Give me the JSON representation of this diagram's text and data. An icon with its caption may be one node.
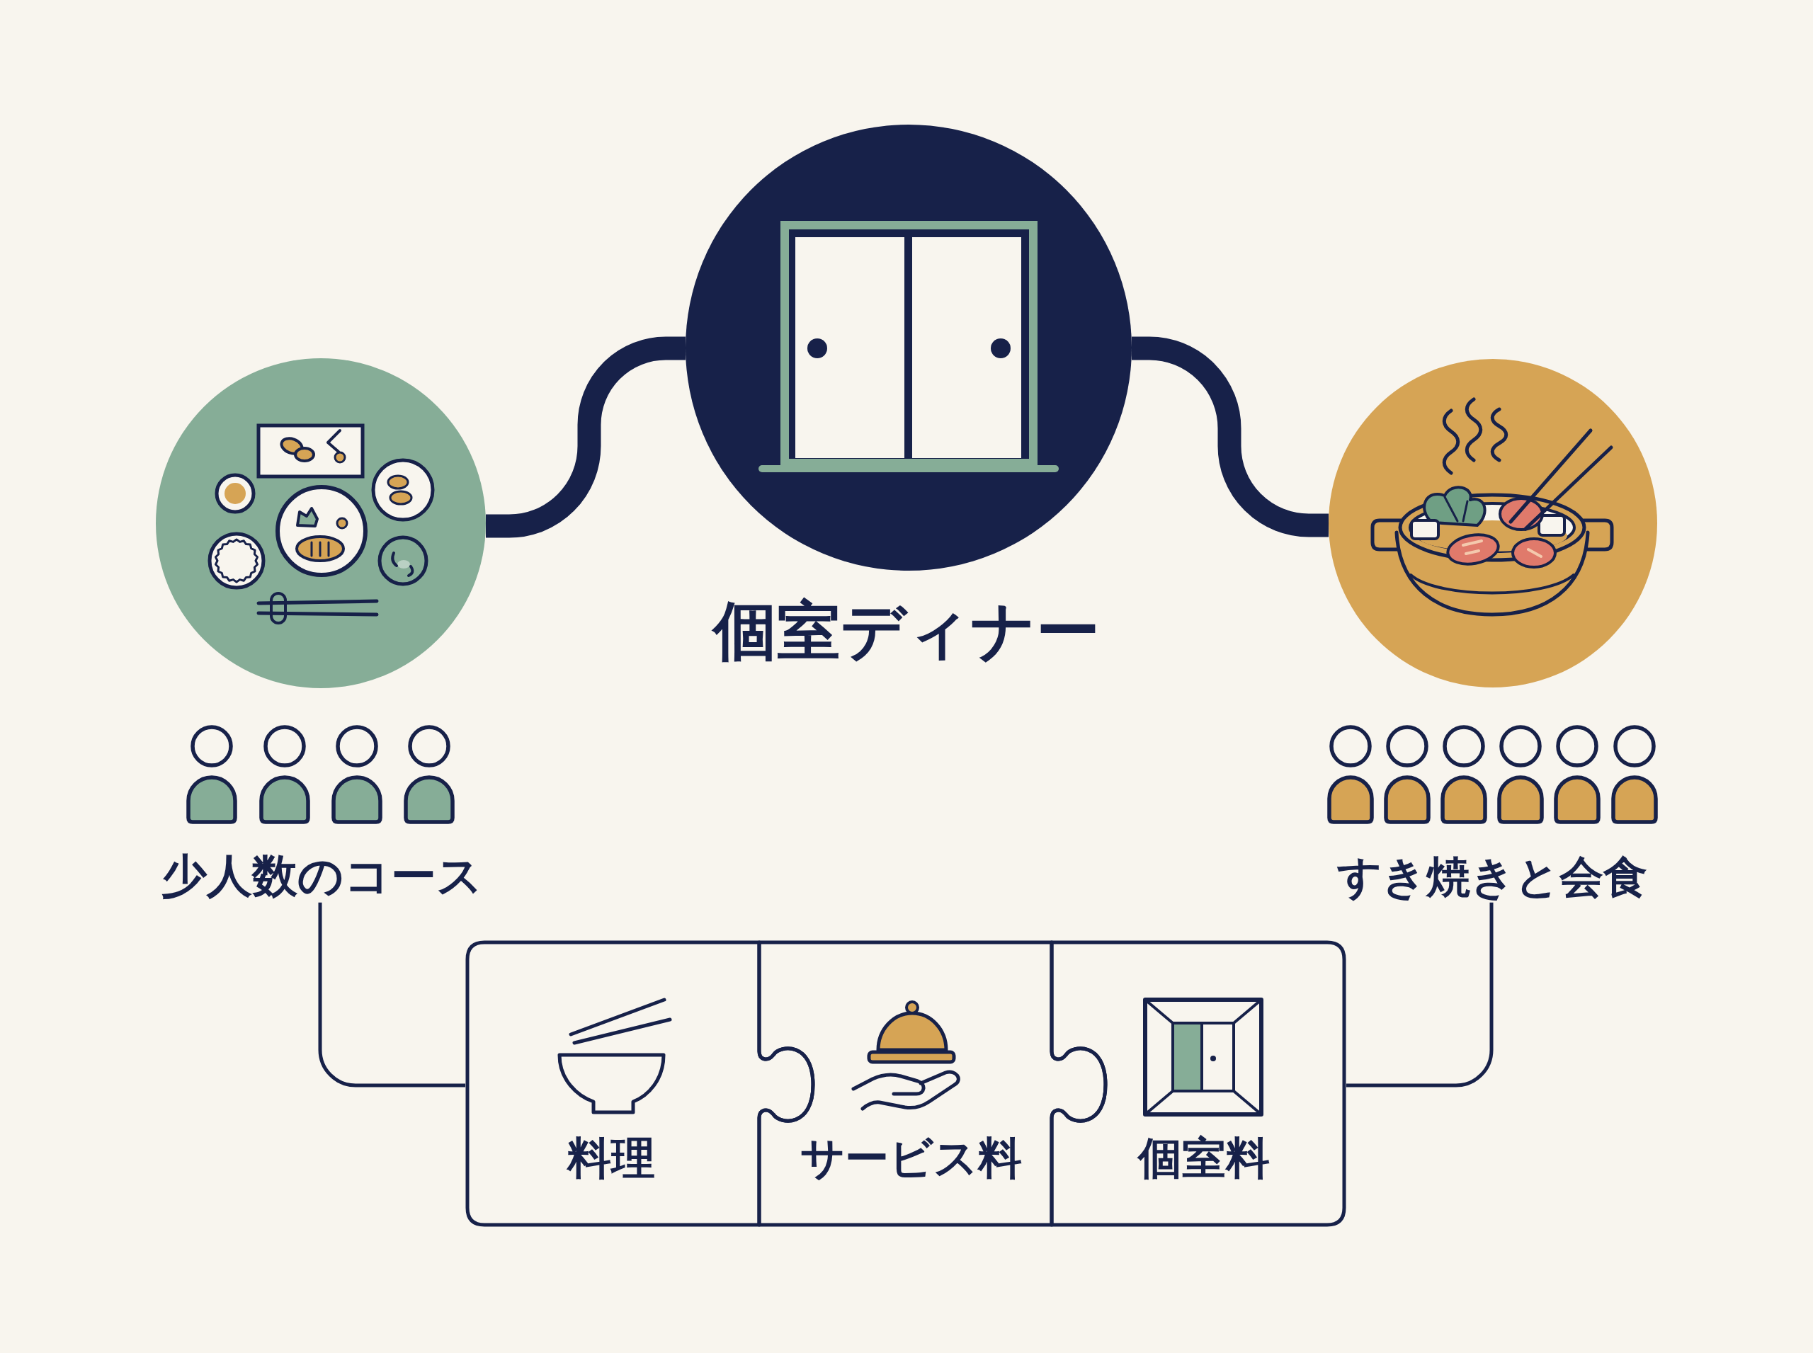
{
  "diagram": {
    "nodes": [
      {
        "text": [
          "個室ディナー"
        ]
      },
      {
        "text": [],
        "shape": "circle"
      },
      {
        "text": [],
        "shape": "circle"
      },
      {
        "text": [
          "少人数のコース"
        ]
      },
      {
        "text": [
          "すき焼きと会食"
        ]
      },
      {
        "text": [
          "料理"
        ]
      },
      {
        "text": [
          "サービス料"
        ]
      },
      {
        "text": [
          "個室料"
        ]
      }
    ],
    "edges": [
      {
        "from": 0,
        "to": 1,
        "arrow": "none",
        "style": "thick"
      },
      {
        "from": 0,
        "to": 2,
        "arrow": "none",
        "style": "thick"
      },
      {
        "from": 3,
        "to": 5,
        "arrow": "none"
      },
      {
        "from": 4,
        "to": 7,
        "arrow": "none"
      }
    ]
  }
}
